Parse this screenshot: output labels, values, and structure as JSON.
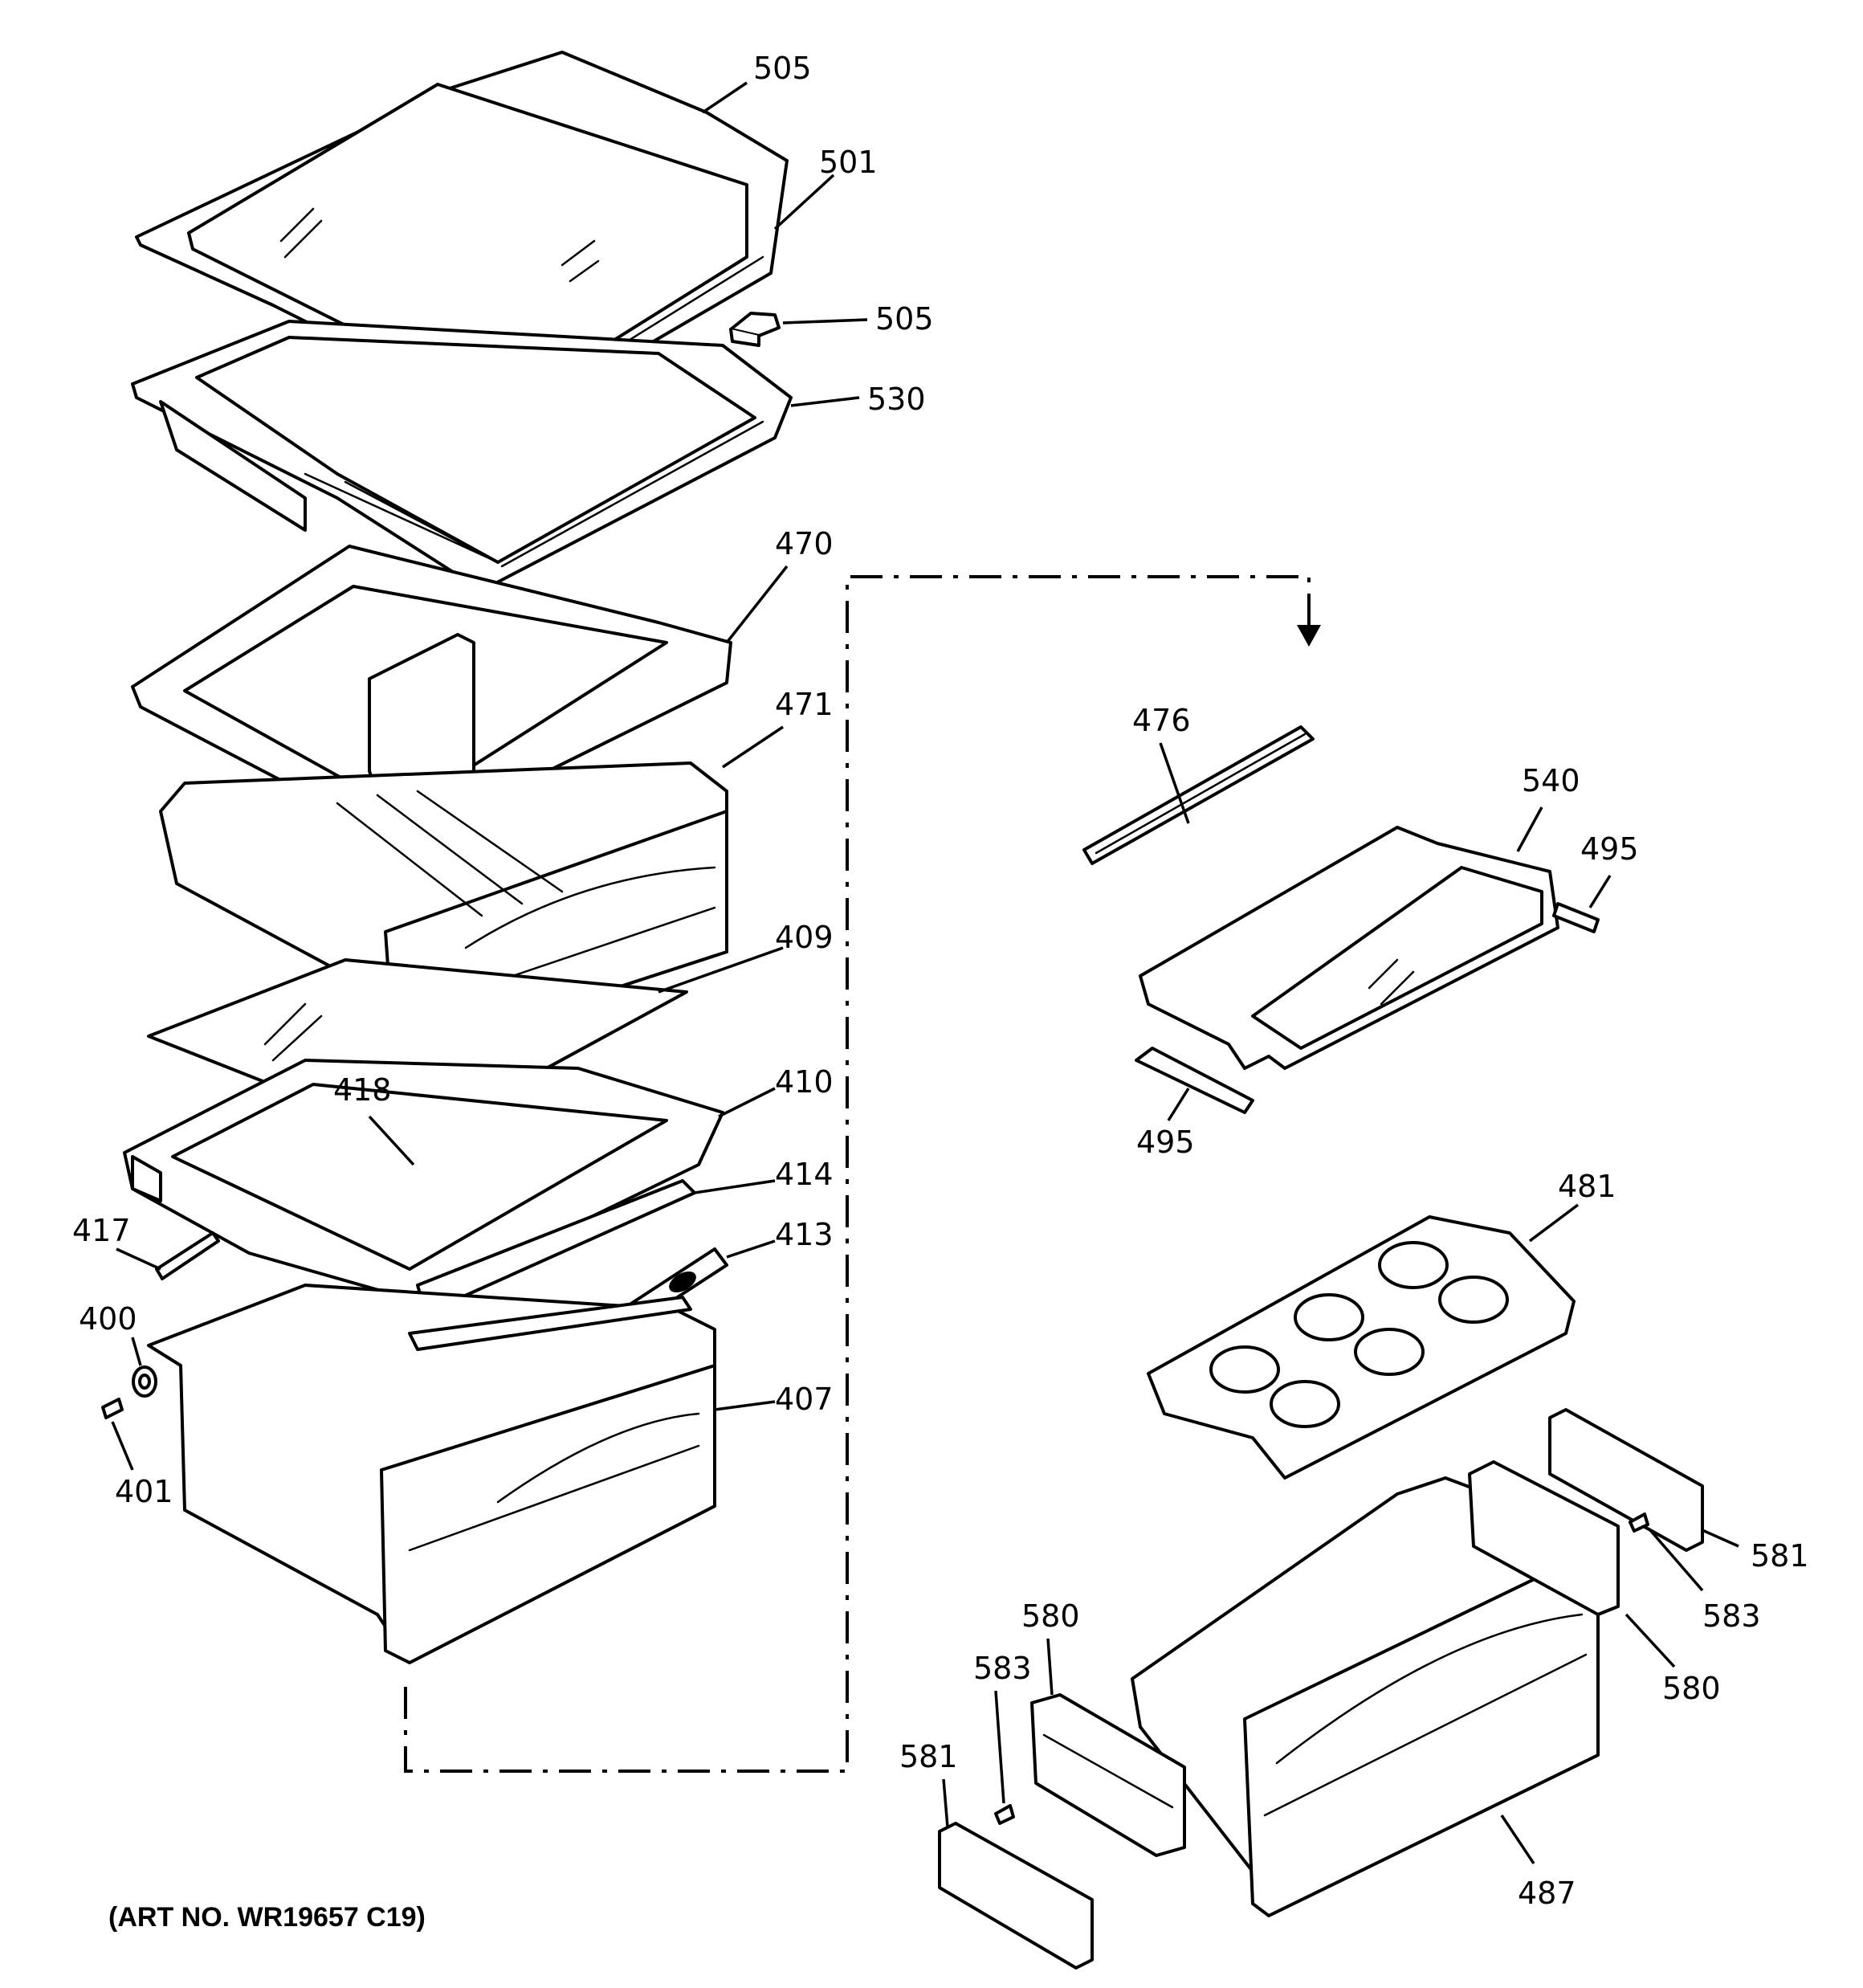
{
  "art_number": "(ART NO. WR19657 C19)",
  "labels": {
    "l505a": "505",
    "l501": "501",
    "l505b": "505",
    "l530": "530",
    "l470": "470",
    "l471": "471",
    "l409": "409",
    "l418": "418",
    "l410": "410",
    "l414": "414",
    "l417": "417",
    "l413": "413",
    "l400": "400",
    "l401": "401",
    "l407": "407",
    "l476": "476",
    "l540": "540",
    "l495a": "495",
    "l495b": "495",
    "l481": "481",
    "l581a": "581",
    "l583a": "583",
    "l580a": "580",
    "l580b": "580",
    "l583b": "583",
    "l581b": "581",
    "l487": "487"
  }
}
